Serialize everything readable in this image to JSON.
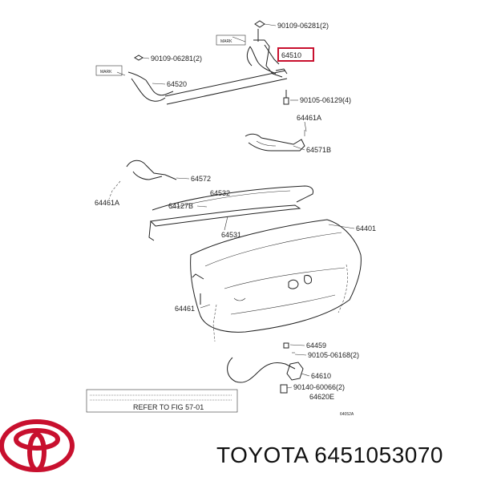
{
  "labels": {
    "p90109_06281_top": "90109-06281(2)",
    "p90109_06281_left": "90109-06281(2)",
    "p64510": "64510",
    "p64520": "64520",
    "p90105_06129": "90105-06129(4)",
    "p64461A_right": "64461A",
    "p64571B": "64571B",
    "p64572": "64572",
    "p64461A_left": "64461A",
    "p64532": "64532",
    "p64127B": "64127B",
    "p64531": "64531",
    "p64401": "64401",
    "p64461": "64461",
    "p64459": "64459",
    "p90105_06168": "90105-06168(2)",
    "p64610": "64610",
    "p90140_60066": "90140-60066(2)",
    "p64620E": "64620E",
    "mark_top": "MARK",
    "mark_left": "MARK",
    "refer_note": "REFER TO FIG 57-01",
    "diagram_code": "64052A"
  },
  "highlight_color": "#c8102e",
  "brand": {
    "logo_icon": "toyota-logo-icon",
    "logo_color": "#c8102e",
    "text": "TOYOTA 6451053070"
  }
}
